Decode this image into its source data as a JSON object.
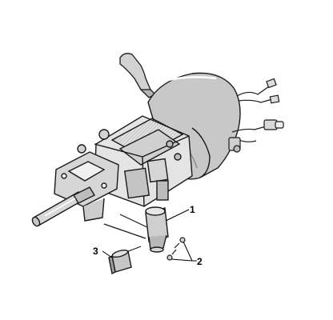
{
  "callouts": [
    {
      "id": "1",
      "label": "1"
    },
    {
      "id": "2",
      "label": "2"
    },
    {
      "id": "3",
      "label": "3"
    }
  ],
  "colors": {
    "line": "#1a1a1a",
    "shade": "#c8c8c8",
    "shade_dark": "#8a8a8a",
    "background": "#ffffff"
  }
}
